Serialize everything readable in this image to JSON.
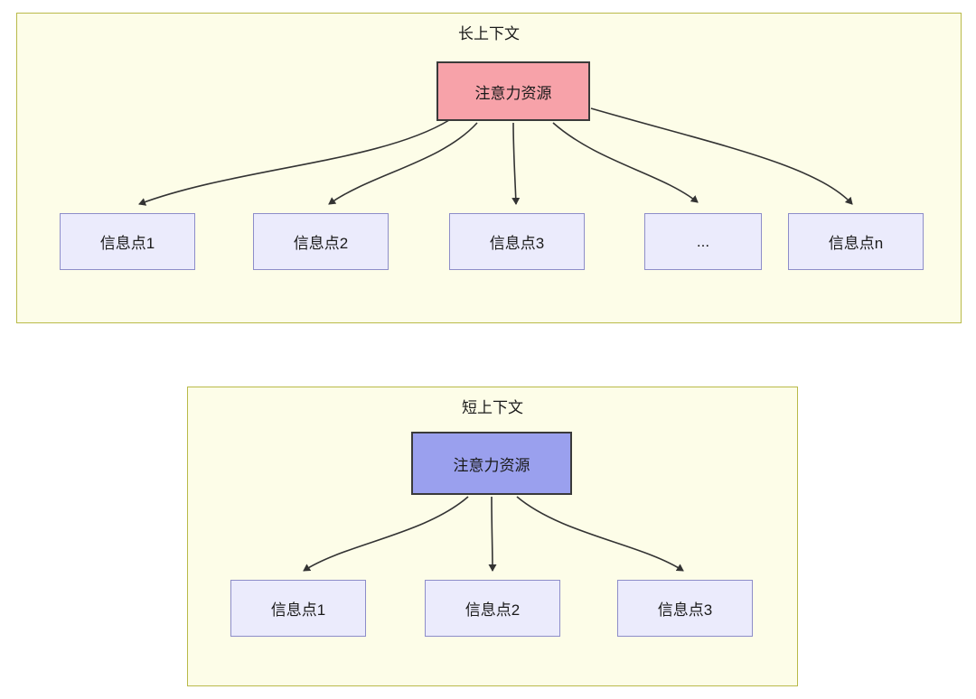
{
  "diagram": {
    "long_context": {
      "title": "长上下文",
      "attention_label": "注意力资源",
      "attention_fill": "#f7a2a9",
      "info_boxes": [
        {
          "label": "信息点1"
        },
        {
          "label": "信息点2"
        },
        {
          "label": "信息点3"
        },
        {
          "label": "..."
        },
        {
          "label": "信息点n"
        }
      ]
    },
    "short_context": {
      "title": "短上下文",
      "attention_label": "注意力资源",
      "attention_fill": "#9aa0ee",
      "info_boxes": [
        {
          "label": "信息点1"
        },
        {
          "label": "信息点2"
        },
        {
          "label": "信息点3"
        }
      ]
    },
    "colors": {
      "container_fill": "#fdfde8",
      "container_border": "#b9ba49",
      "info_fill": "#ebebfc",
      "info_border": "#8d8dc9",
      "arrow": "#333333",
      "text": "#1a1a1a"
    }
  }
}
